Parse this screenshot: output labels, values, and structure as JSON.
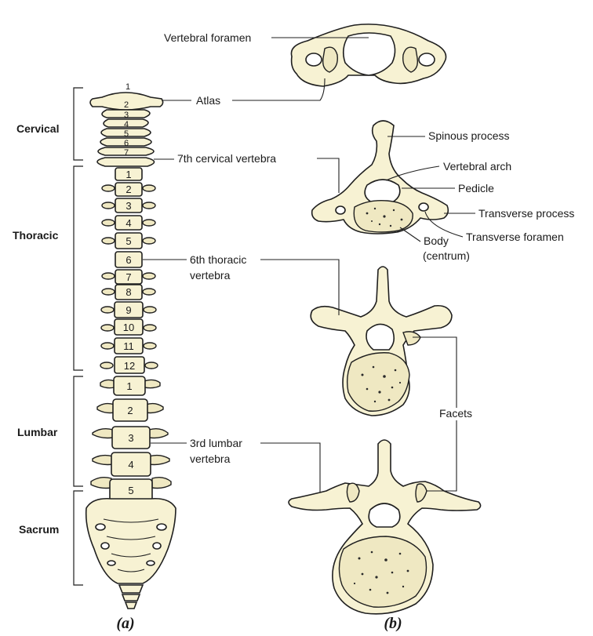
{
  "panels": {
    "a": "(a)",
    "b": "(b)"
  },
  "regions": {
    "cervical": "Cervical",
    "thoracic": "Thoracic",
    "lumbar": "Lumbar",
    "sacrum": "Sacrum"
  },
  "cervical_numbers": [
    "1",
    "2",
    "3",
    "4",
    "5",
    "6",
    "7"
  ],
  "thoracic_numbers": [
    "1",
    "2",
    "3",
    "4",
    "5",
    "6",
    "7",
    "8",
    "9",
    "10",
    "11",
    "12"
  ],
  "lumbar_numbers": [
    "1",
    "2",
    "3",
    "4",
    "5"
  ],
  "labels": {
    "vertebral_foramen": "Vertebral foramen",
    "atlas": "Atlas",
    "seventh_cervical": "7th cervical vertebra",
    "spinous_process": "Spinous process",
    "vertebral_arch": "Vertebral arch",
    "pedicle": "Pedicle",
    "transverse_process": "Transverse process",
    "transverse_foramen": "Transverse foramen",
    "body": "Body",
    "centrum": "(centrum)",
    "sixth_thoracic_1": "6th thoracic",
    "sixth_thoracic_2": "vertebra",
    "facets": "Facets",
    "third_lumbar_1": "3rd lumbar",
    "third_lumbar_2": "vertebra"
  }
}
